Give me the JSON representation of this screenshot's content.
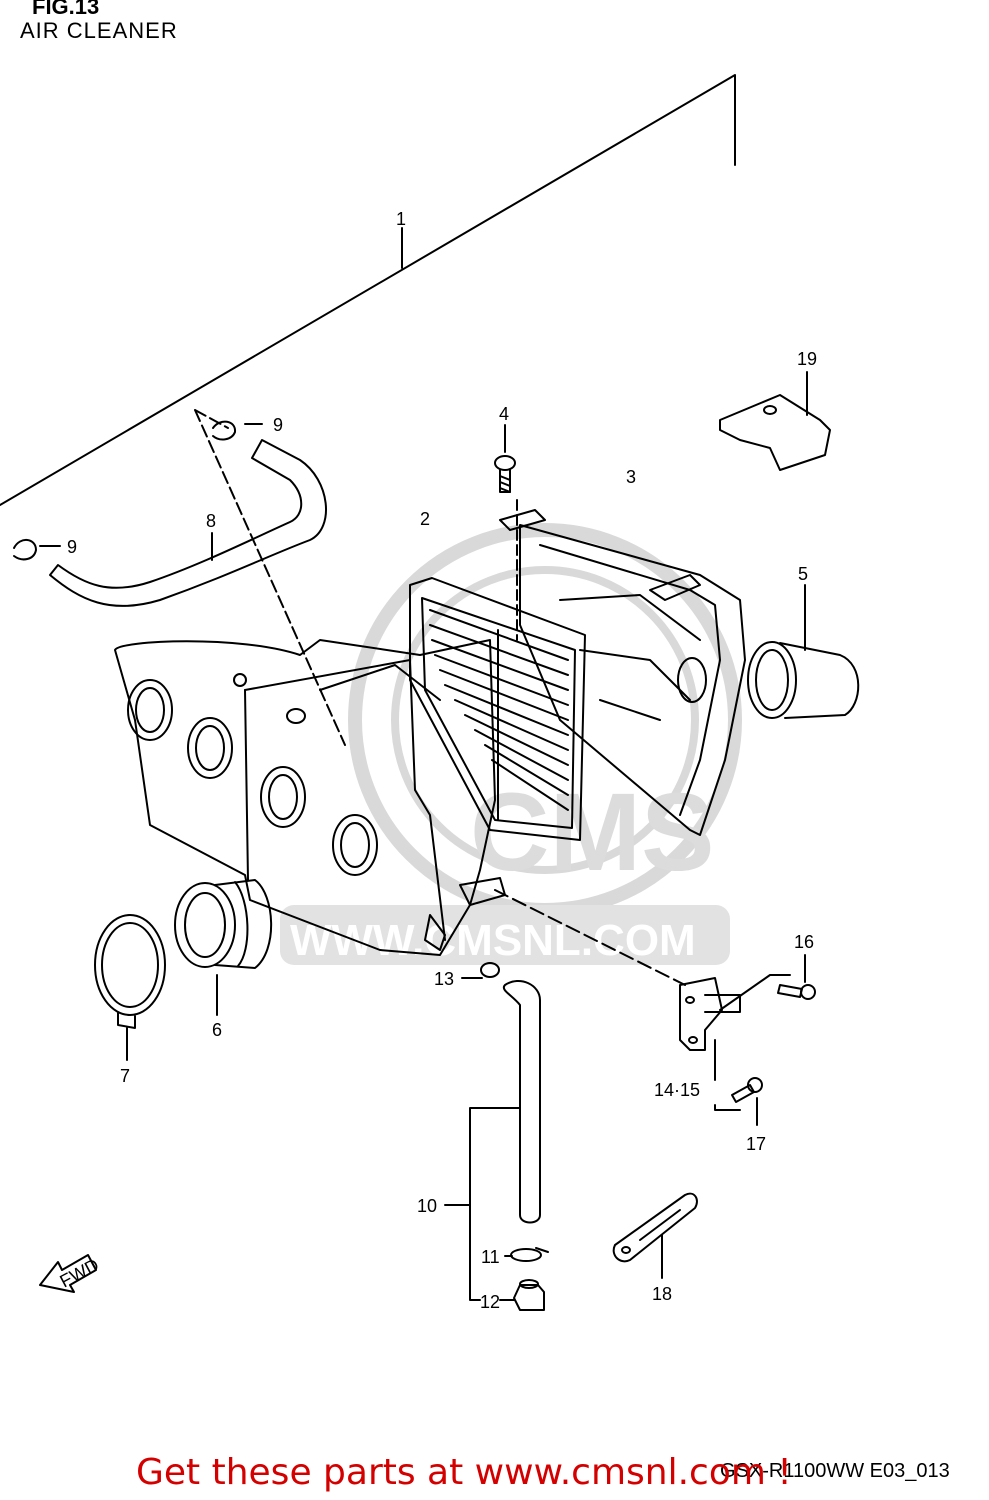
{
  "figure": {
    "title": "FIG.13",
    "subtitle": "AIR CLEANER"
  },
  "parts": {
    "p1": "1",
    "p2": "2",
    "p3": "3",
    "p4": "4",
    "p5": "5",
    "p6": "6",
    "p7": "7",
    "p8": "8",
    "p9a": "9",
    "p9b": "9",
    "p10": "10",
    "p11": "11",
    "p12": "12",
    "p13": "13",
    "p14_15": "14·15",
    "p16": "16",
    "p17": "17",
    "p18": "18",
    "p19": "19"
  },
  "fwd_label": "FWD",
  "watermark": {
    "logo_text": "CMS",
    "url_text": "WWW.CMSNL.COM"
  },
  "footer": {
    "model_code": "GSX-R1100WW  E03_013",
    "cta": "Get these parts at www.cmsnl.com !"
  },
  "colors": {
    "line": "#000000",
    "watermark": "#d9d9d9",
    "cta": "#d40000"
  }
}
